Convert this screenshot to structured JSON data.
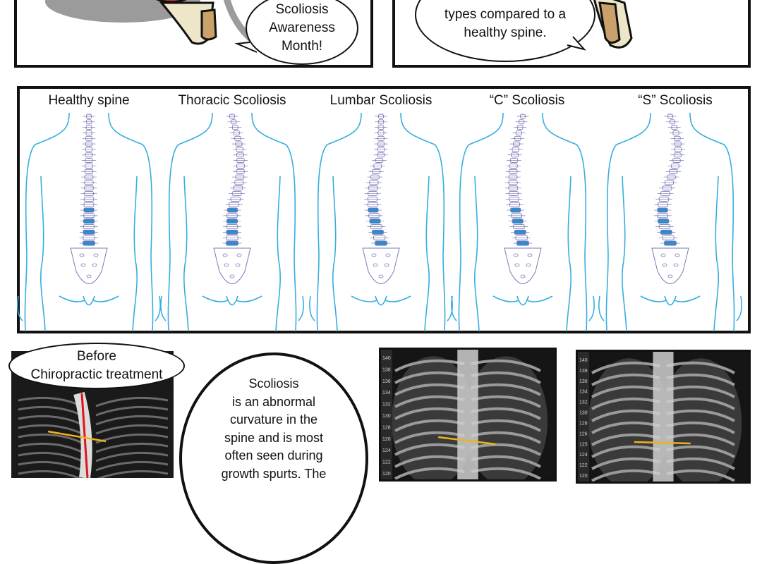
{
  "top_left_bubble": {
    "text": "Scoliosis\nAwareness\nMonth!"
  },
  "top_right_bubble": {
    "text": "the most common\ntypes compared to a\nhealthy spine."
  },
  "spine_types": [
    {
      "label": "Healthy spine"
    },
    {
      "label": "Thoracic Scoliosis"
    },
    {
      "label": "Lumbar Scoliosis"
    },
    {
      "label": "“C” Scoliosis"
    },
    {
      "label": "“S” Scoliosis"
    }
  ],
  "xray_before_bubble": {
    "text": "Before\nChiropractic treatment"
  },
  "info_bubble": {
    "text": "Scoliosis\nis an abnormal\ncurvature in the\nspine and is most\noften seen during\ngrowth spurts. The"
  },
  "ruler_ticks": [
    "140",
    "138",
    "136",
    "134",
    "132",
    "130",
    "128",
    "126",
    "124",
    "122",
    "120"
  ],
  "ruler_ticks_right": [
    "140",
    "138",
    "136",
    "134",
    "132",
    "130",
    "128",
    "126",
    "125",
    "124",
    "122",
    "120"
  ],
  "colors": {
    "outline": "#111111",
    "body_outline": "#37aee0",
    "vertebra_outline": "#7b79b6",
    "disc_highlight": "#1f8fd1",
    "measure_line": "#f0b21c",
    "plumb_line": "#e0141a"
  }
}
